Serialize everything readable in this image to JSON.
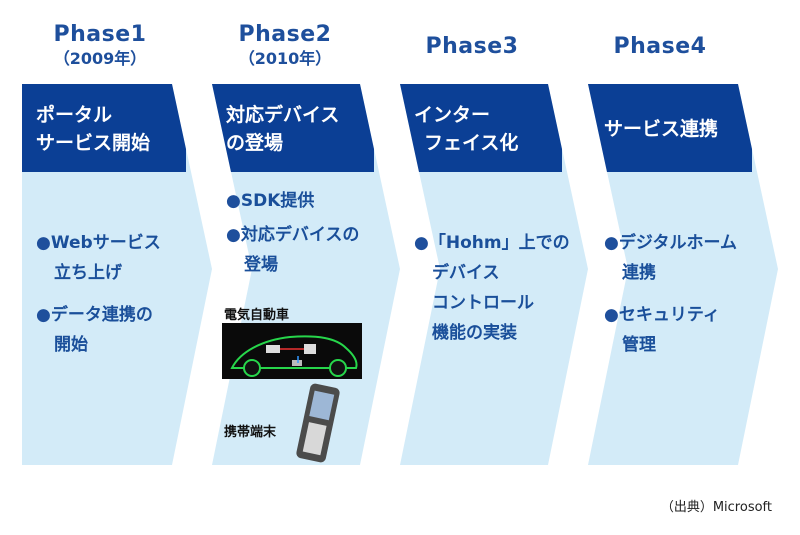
{
  "phases": [
    {
      "title": "Phase1",
      "year": "（2009年）",
      "heading_lines": [
        "ポータル",
        "サービス開始"
      ],
      "bullets": [
        {
          "lines": [
            "Webサービス",
            "立ち上げ"
          ]
        },
        {
          "lines": [
            "データ連携の",
            "開始"
          ]
        }
      ]
    },
    {
      "title": "Phase2",
      "year": "（2010年）",
      "heading_lines": [
        "対応デバイス",
        "の登場"
      ],
      "bullets": [
        {
          "lines": [
            "SDK提供"
          ]
        },
        {
          "lines": [
            "対応デバイスの",
            "登場"
          ]
        }
      ],
      "device_labels": {
        "car": "電気自動車",
        "phone": "携帯端末"
      }
    },
    {
      "title": "Phase3",
      "year": "",
      "heading_lines": [
        "インター",
        "フェイス化"
      ],
      "bullets": [
        {
          "lines": [
            "「Hohm」上での",
            "デバイス",
            "コントロール",
            "機能の実装"
          ]
        }
      ]
    },
    {
      "title": "Phase4",
      "year": "",
      "heading_lines": [
        "サービス連携"
      ],
      "bullets": [
        {
          "lines": [
            "デジタルホーム",
            "連携"
          ]
        },
        {
          "lines": [
            "セキュリティ",
            "管理"
          ]
        }
      ]
    }
  ],
  "bullet_symbol": "●",
  "source": "（出典）Microsoft",
  "colors": {
    "dark_blue": "#0b3f95",
    "light_blue": "#d3ebf8",
    "text_blue": "#1e4f9c"
  }
}
